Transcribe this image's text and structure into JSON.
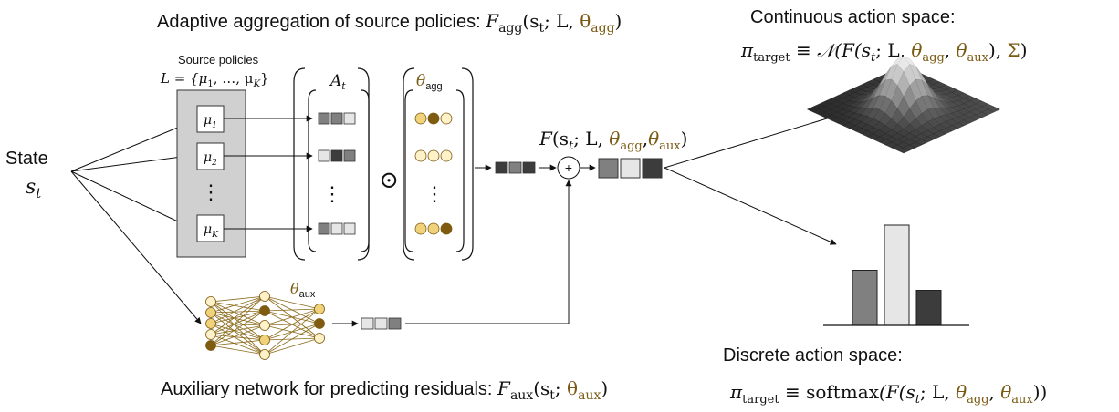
{
  "colors": {
    "gold_text": "#7a5a12",
    "gold_fill": "#f0d27a",
    "gold_dark": "#7f5b10",
    "gold_light": "#fff2c8",
    "cell_dark": "#3c3c3c",
    "cell_mid": "#808080",
    "cell_light": "#e6e6e6",
    "panel_gray": "#d0d0d0"
  },
  "top_title": {
    "prefix": "Adaptive aggregation of source policies: ",
    "fn": "F",
    "fn_sub": "agg",
    "arg": "(s",
    "arg_sub": "t",
    "mid": "; L, ",
    "theta": "θ",
    "theta_sub": "agg",
    "close": ")"
  },
  "bottom_title": {
    "prefix": "Auxiliary network for predicting residuals: ",
    "fn": "F",
    "fn_sub": "aux",
    "arg": "(s",
    "arg_sub": "t",
    "mid": "; ",
    "theta": "θ",
    "theta_sub": "aux",
    "close": ")"
  },
  "state": {
    "label": "State",
    "symbol": "s",
    "symbol_sub": "t"
  },
  "source_policies": {
    "title": "Source policies",
    "set_prefix": "L = {μ",
    "set_sub1": "1",
    "set_mid": ", …, μ",
    "set_subK": "K",
    "set_close": "}",
    "items": [
      {
        "symbol": "μ",
        "sub": "1"
      },
      {
        "symbol": "μ",
        "sub": "2"
      },
      {
        "symbol": "μ",
        "sub": "K"
      }
    ],
    "ellipsis": "⋮"
  },
  "matrix_A": {
    "symbol": "A",
    "sub": "t",
    "rows": [
      [
        "mid",
        "mid",
        "light"
      ],
      [
        "light",
        "dark",
        "mid"
      ],
      [
        "mid",
        "light",
        "light"
      ]
    ],
    "ellipsis": "⋮"
  },
  "hadamard": "⊙",
  "matrix_theta": {
    "symbol": "θ",
    "sub": "agg",
    "rows": [
      [
        "fill",
        "dark",
        "light"
      ],
      [
        "light",
        "light",
        "light"
      ],
      [
        "fill",
        "fill",
        "dark"
      ]
    ],
    "ellipsis": "⋮"
  },
  "aux_net": {
    "symbol": "θ",
    "sub": "aux",
    "output_cells": [
      "light",
      "light",
      "mid"
    ]
  },
  "agg_output_cells": [
    "dark",
    "mid",
    "dark"
  ],
  "plus": "+",
  "F_label": {
    "fn": "F",
    "arg": "(s",
    "arg_sub": "t",
    "mid": "; L, ",
    "t1": "θ",
    "t1_sub": "agg",
    "comma": ",",
    "t2": "θ",
    "t2_sub": "aux",
    "close": ")"
  },
  "final_output_cells": [
    "mid",
    "light",
    "dark"
  ],
  "continuous": {
    "title": "Continuous action space:",
    "pi": "π",
    "pi_sub": "target",
    "equiv": " ≡ ",
    "normal": "𝒩",
    "open": "(F(s",
    "arg_sub": "t",
    "mid": "; L, ",
    "t1": "θ",
    "t1_sub": "agg",
    "comma": ", ",
    "t2": "θ",
    "t2_sub": "aux",
    "close1": "), ",
    "sigma": "Σ",
    "close2": ")"
  },
  "discrete": {
    "title": "Discrete action space:",
    "pi": "π",
    "pi_sub": "target",
    "equiv": " ≡ softmax",
    "open": "(F(s",
    "arg_sub": "t",
    "mid": "; L, ",
    "t1": "θ",
    "t1_sub": "agg",
    "comma": ", ",
    "t2": "θ",
    "t2_sub": "aux",
    "close": "))",
    "bar_values": [
      0.55,
      1.0,
      0.35
    ]
  }
}
